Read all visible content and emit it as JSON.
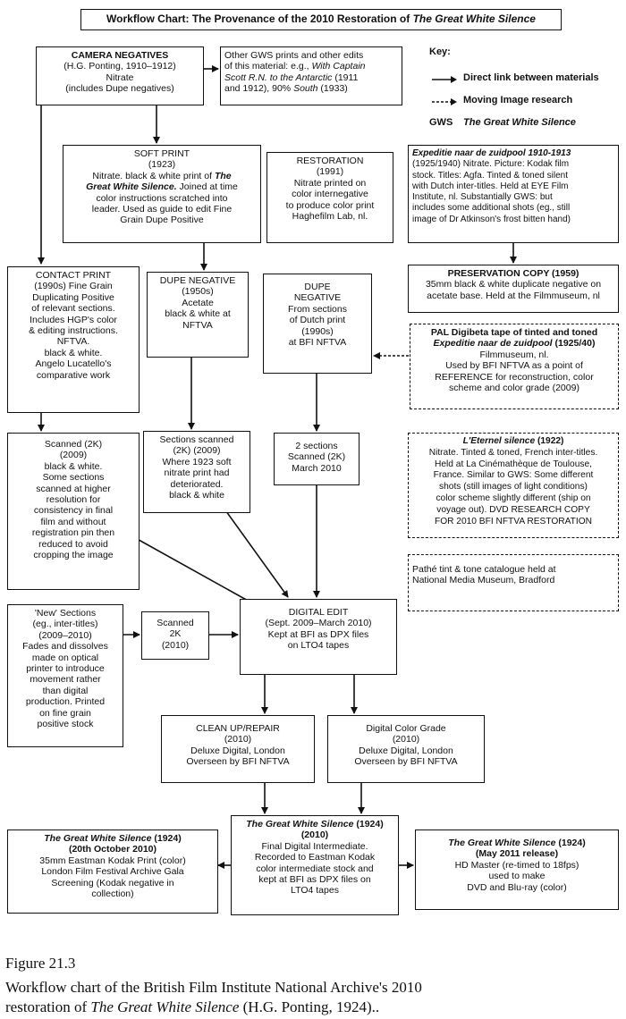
{
  "title": {
    "prefix": "Workflow Chart: The Provenance of the 2010 Restoration of ",
    "italic": "The Great White Silence"
  },
  "key": {
    "heading": "Key:",
    "solid": "Direct link between materials",
    "dashed": "Moving Image research",
    "abbr": "GWS",
    "abbr_meaning": "The Great White Silence"
  },
  "boxes": {
    "camera_negatives": {
      "title": "CAMERA NEGATIVES",
      "lines": [
        "(H.G. Ponting, 1910–1912)",
        "Nitrate",
        "(includes Dupe negatives)"
      ]
    },
    "other_prints": {
      "l1": "Other GWS prints and other edits",
      "l2": "of this material: e.g., ",
      "l2i": "With Captain",
      "l3i": "Scott R.N. to the Antarctic",
      "l3": " (1911",
      "l4a": "and 1912), 90% ",
      "l4i": "South",
      "l4b": " (1933)"
    },
    "soft_print": {
      "title": "SOFT PRINT",
      "year": "(1923)",
      "l1": "Nitrate. black & white print of ",
      "l1i": "The",
      "l2i": "Great White Silence.",
      "l2": " Joined at time",
      "l3": "color instructions scratched into",
      "l4": "leader. Used as guide to edit Fine",
      "l5": "Grain Dupe Positive"
    },
    "restoration": {
      "title": "RESTORATION",
      "lines": [
        "(1991)",
        "Nitrate printed on",
        "color internegative",
        "to produce color print",
        "Haghefilm Lab, nl."
      ]
    },
    "expeditie": {
      "title": "Expeditie naar de zuidpool 1910-1913",
      "lines": [
        "(1925/1940) Nitrate. Picture: Kodak film",
        "stock. Titles: Agfa. Tinted & toned silent",
        "with Dutch inter-titles. Held at EYE Film",
        "Institute, nl. Substantially GWS: but",
        "includes some additional shots (eg., still",
        "image of Dr Atkinson's frost bitten hand)"
      ]
    },
    "preservation": {
      "title": "PRESERVATION COPY (1959)",
      "lines": [
        "35mm black & white duplicate negative on",
        "acetate base. Held at the Filmmuseum, nl"
      ]
    },
    "contact_print": {
      "title": "CONTACT PRINT",
      "lines": [
        "(1990s) Fine Grain",
        "Duplicating Positive",
        "of relevant sections.",
        "Includes HGP's color",
        "& editing instructions.",
        "NFTVA.",
        "black & white.",
        "Angelo Lucatello's",
        "comparative work"
      ]
    },
    "dupe_neg_1950s": {
      "title": "DUPE NEGATIVE",
      "lines": [
        "(1950s)",
        "Acetate",
        "black & white at",
        "NFTVA"
      ]
    },
    "dupe_neg_dutch": {
      "lines": [
        "DUPE",
        "NEGATIVE",
        "From sections",
        "of Dutch print",
        "(1990s)",
        "at BFI NFTVA"
      ]
    },
    "pal": {
      "title": "PAL Digibeta tape of tinted and toned",
      "title_i": "Expeditie naar de zuidpool",
      "title_b": " (1925/40)",
      "lines": [
        "Filmmuseum, nl.",
        "Used by BFI NFTVA as a point of",
        "REFERENCE for reconstruction, color",
        "scheme and color grade (2009)"
      ]
    },
    "scanned_2k_2009": {
      "lines": [
        "Scanned (2K)",
        "(2009)",
        "black & white.",
        "Some sections",
        "scanned at higher",
        "resolution for",
        "consistency in final",
        "film and without",
        "registration pin then",
        "reduced to avoid",
        "cropping the image"
      ]
    },
    "sections_scanned": {
      "lines": [
        "Sections scanned",
        "(2K) (2009)",
        "Where 1923 soft",
        "nitrate print had",
        "deteriorated.",
        "black & white"
      ]
    },
    "two_sections": {
      "lines": [
        "2 sections",
        "Scanned (2K)",
        "March 2010"
      ]
    },
    "leternel": {
      "title": "L'Eternel silence",
      "title_b": " (1922)",
      "lines": [
        "Nitrate. Tinted & toned, French inter-titles.",
        "Held at La Cinémathèque de Toulouse,",
        "France. Similar to GWS: Some different",
        "shots (still images of light conditions)",
        "color scheme slightly different (ship on",
        "voyage out). DVD RESEARCH COPY",
        "FOR 2010 BFI NFTVA RESTORATION"
      ]
    },
    "pathe": {
      "lines": [
        "Pathé tint & tone catalogue held at",
        "National Media Museum, Bradford"
      ]
    },
    "new_sections": {
      "lines": [
        "'New' Sections",
        "(eg., inter-titles)",
        "(2009–2010)",
        "Fades and dissolves",
        "made on optical",
        "printer to introduce",
        "movement rather",
        "than digital",
        "production. Printed",
        "on fine grain",
        "positive stock"
      ]
    },
    "scanned_2k_2010": {
      "lines": [
        "Scanned",
        "2K",
        "(2010)"
      ]
    },
    "digital_edit": {
      "title": "DIGITAL EDIT",
      "lines": [
        "(Sept. 2009–March 2010)",
        "Kept at BFI as DPX files",
        "on LTO4 tapes"
      ]
    },
    "clean_up": {
      "title": "CLEAN UP/REPAIR",
      "lines": [
        "(2010)",
        "Deluxe Digital, London",
        "Overseen by BFI NFTVA"
      ]
    },
    "color_grade": {
      "title": "Digital Color Grade",
      "lines": [
        "(2010)",
        "Deluxe Digital, London",
        "Overseen by BFI NFTVA"
      ]
    },
    "gws_final": {
      "title_i": "The Great White Silence",
      "title_b": " (1924)",
      "year": "(2010)",
      "lines": [
        "Final Digital Intermediate.",
        "Recorded to Eastman Kodak",
        "color intermediate stock and",
        "kept at BFI as DPX files on",
        "LTO4 tapes"
      ]
    },
    "gws_lff": {
      "title_i": "The Great White Silence",
      "title_b": " (1924)",
      "date": "(20th October 2010)",
      "lines": [
        "35mm Eastman Kodak Print (color)",
        "London Film Festival Archive Gala",
        "Screening (Kodak negative in",
        "collection)"
      ]
    },
    "gws_hd": {
      "title_i": "The Great White Silence",
      "title_b": " (1924)",
      "date": "(May 2011 release)",
      "lines": [
        "HD Master (re-timed to 18fps)",
        "used to make",
        "DVD and Blu-ray (color)"
      ]
    }
  },
  "figure": {
    "label": "Figure 21.3",
    "caption_a": "Workflow chart of the British Film Institute National Archive's 2010",
    "caption_b": "restoration of ",
    "caption_i": "The Great White Silence",
    "caption_c": " (H.G. Ponting, 1924).."
  }
}
